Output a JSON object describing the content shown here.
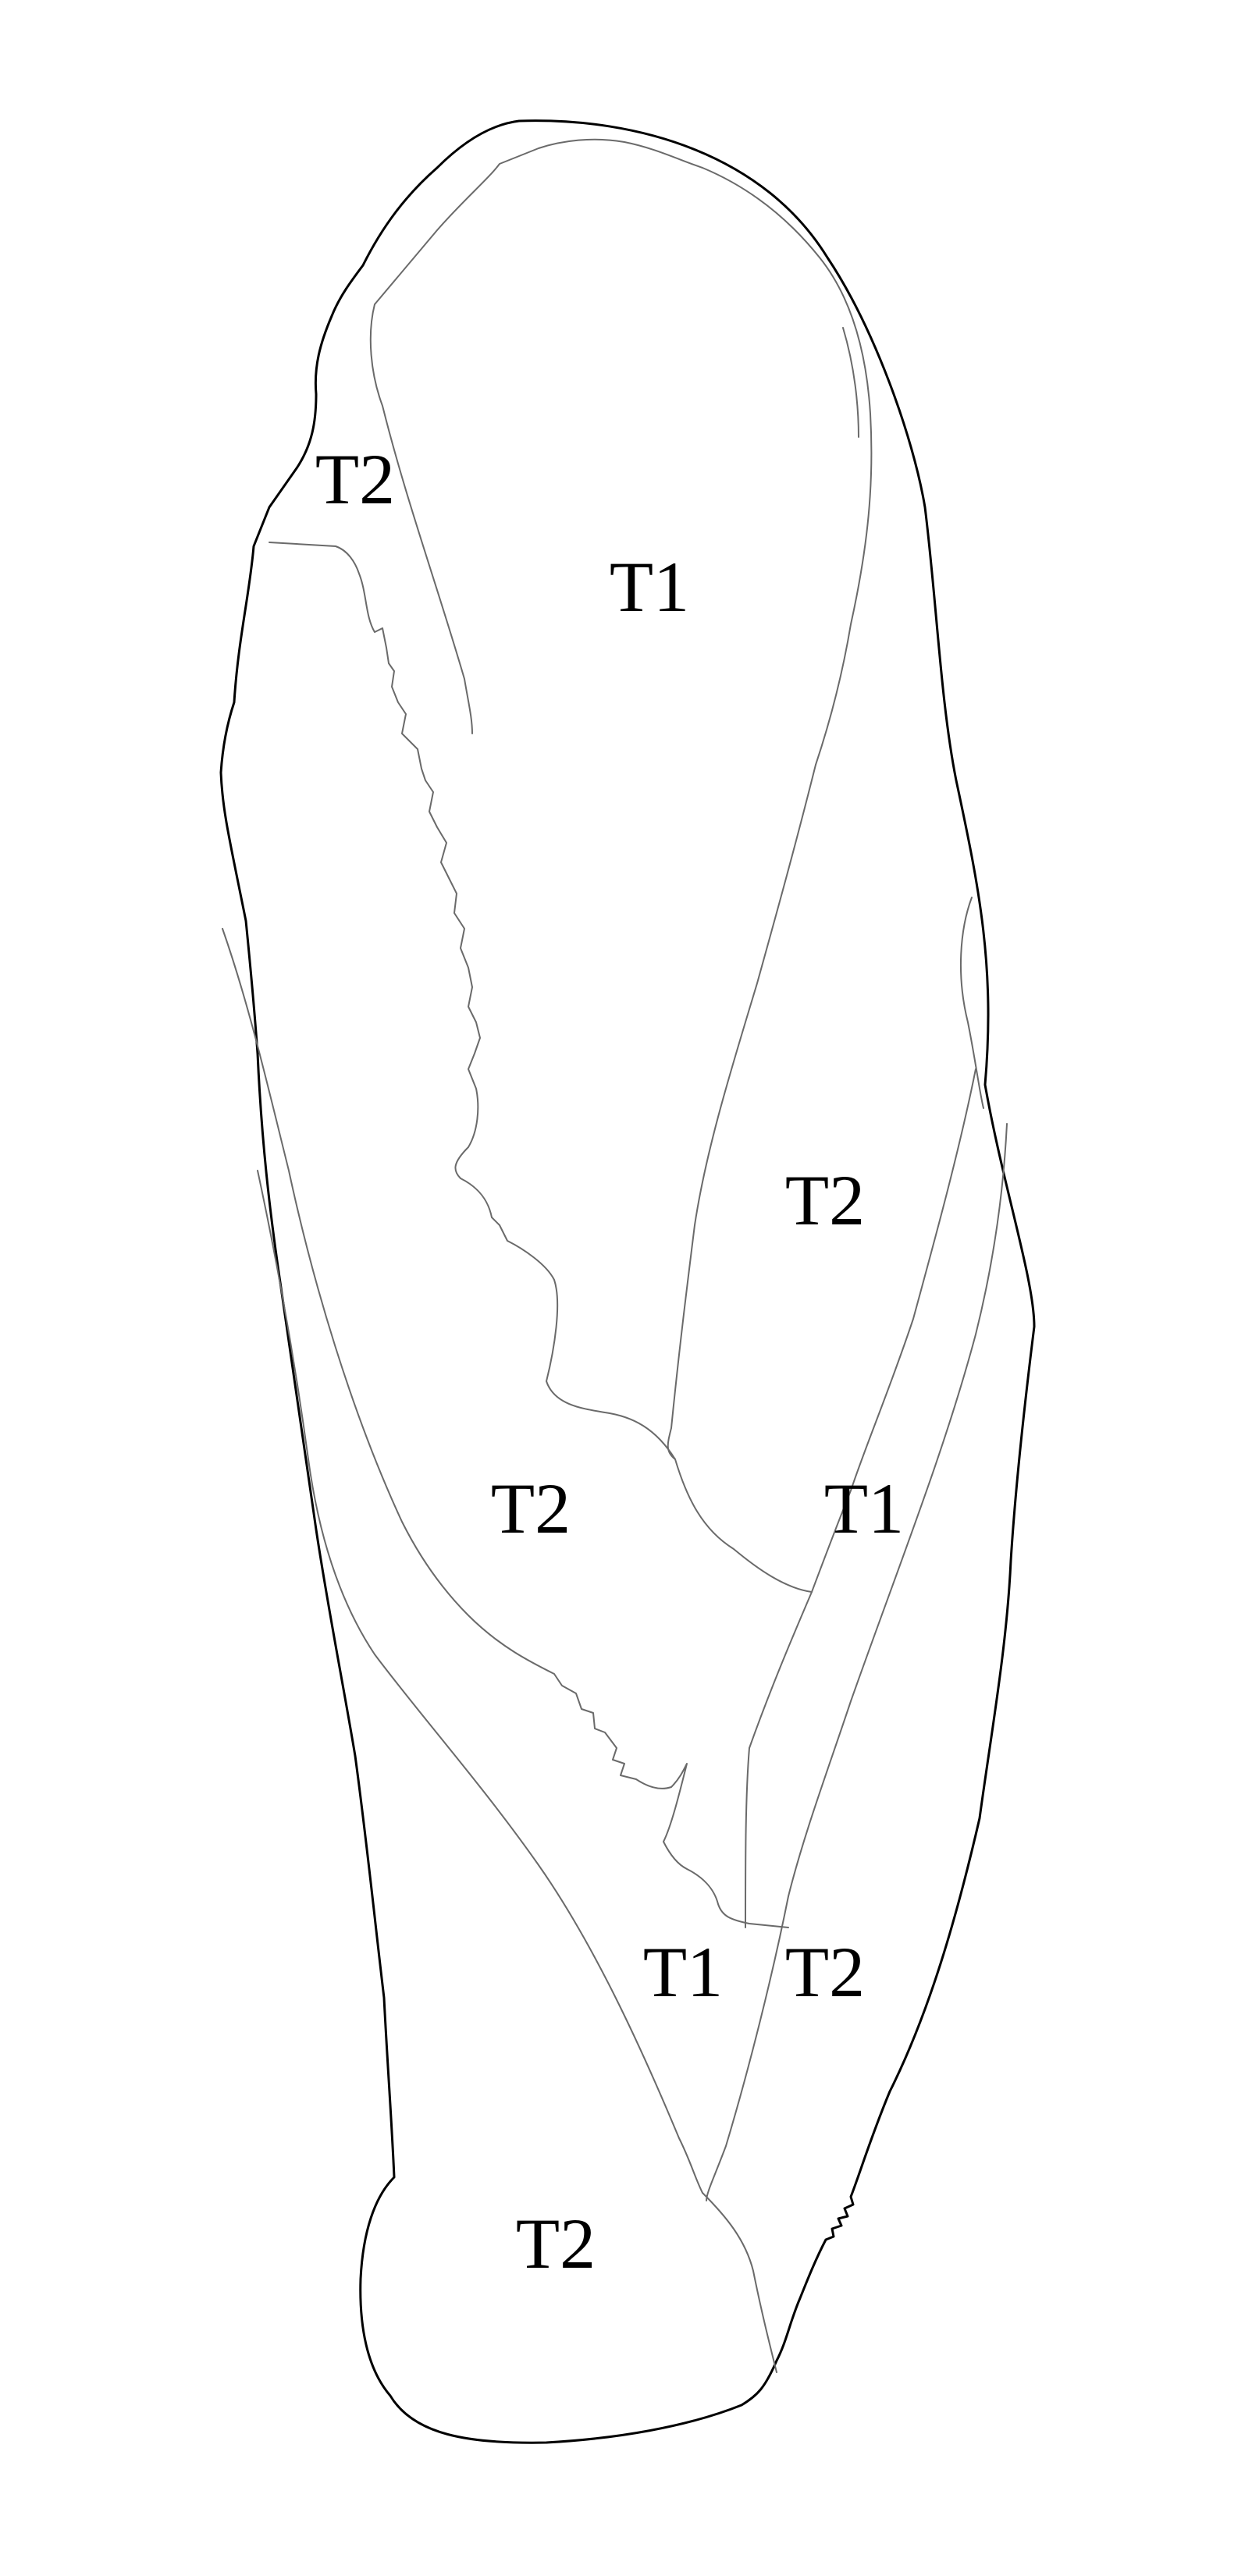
{
  "diagram": {
    "colors": {
      "background": "#ffffff",
      "outline": "#000000",
      "scar_lines": "#6a6a6a",
      "label_text": "#000000"
    },
    "labels": [
      "T2",
      "T1",
      "T2",
      "T2",
      "T1",
      "T1",
      "T2",
      "T2"
    ]
  }
}
